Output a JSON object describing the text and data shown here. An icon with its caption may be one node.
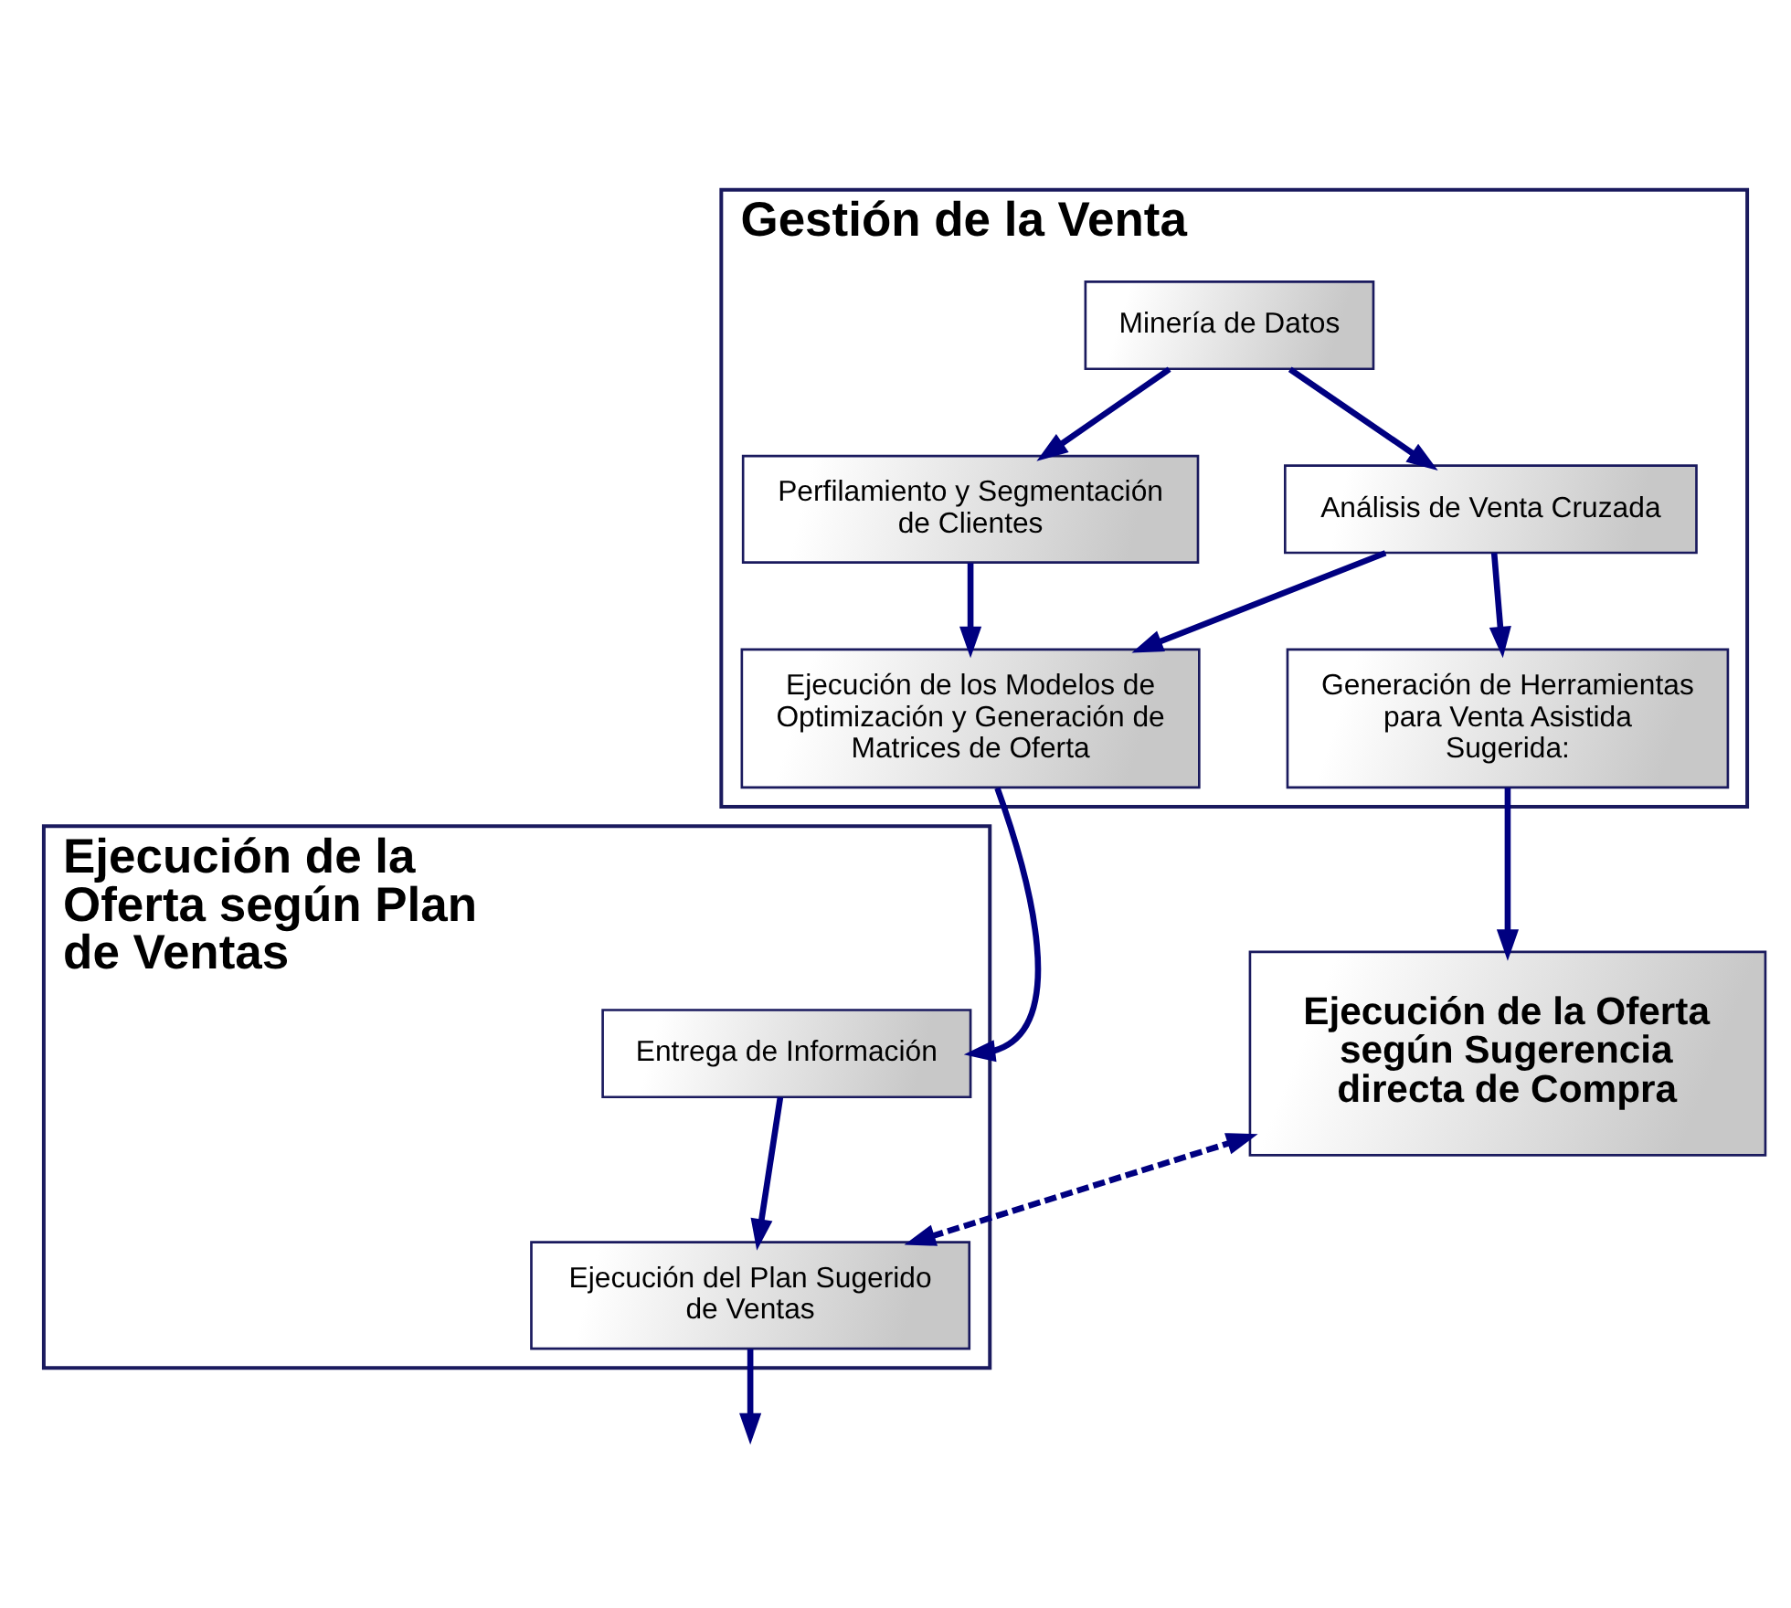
{
  "diagram": {
    "nodes": [
      {
        "text": [
          "Gestión de la Venta"
        ]
      },
      {
        "text": [
          "Minería de Datos"
        ],
        "in": 0
      },
      {
        "text": [
          "Análisis de Venta Cruzada"
        ],
        "in": 0
      },
      {
        "text": [
          "Perfilamiento y Segmentación de Clientes"
        ],
        "in": 0
      },
      {
        "text": [
          "Ejecución de los Modelos de Optimización y Generación de Matrices de Oferta"
        ],
        "in": 0
      },
      {
        "text": [
          "Generación de Herramientas para Venta Asistida Sugerida:"
        ],
        "in": 0
      },
      {
        "text": [
          "Ejecución de la Oferta según Plan de Ventas"
        ]
      },
      {
        "text": [
          "Entrega de Información"
        ],
        "in": 6
      },
      {
        "text": [
          "Ejecución del Plan Sugerido de Ventas"
        ],
        "in": 6
      },
      {
        "text": [
          "Ejecución de la Oferta según Sugerencia directa de Compra"
        ]
      }
    ],
    "edges": [
      {
        "from": 1,
        "to": 2,
        "arrow": "to"
      },
      {
        "from": 1,
        "to": 3,
        "arrow": "to"
      },
      {
        "from": 2,
        "to": 5,
        "arrow": "to"
      },
      {
        "from": 2,
        "to": 4,
        "arrow": "to"
      },
      {
        "from": 3,
        "to": 4,
        "arrow": "to"
      },
      {
        "from": 4,
        "to": 7,
        "arrow": "to"
      },
      {
        "from": 5,
        "to": 9,
        "arrow": "to"
      },
      {
        "from": 7,
        "to": 8,
        "arrow": "to"
      },
      {
        "from": 8,
        "to": null,
        "arrow": "to"
      },
      {
        "from": 8,
        "to": 9,
        "arrow": "both",
        "style": "dashed"
      }
    ]
  }
}
